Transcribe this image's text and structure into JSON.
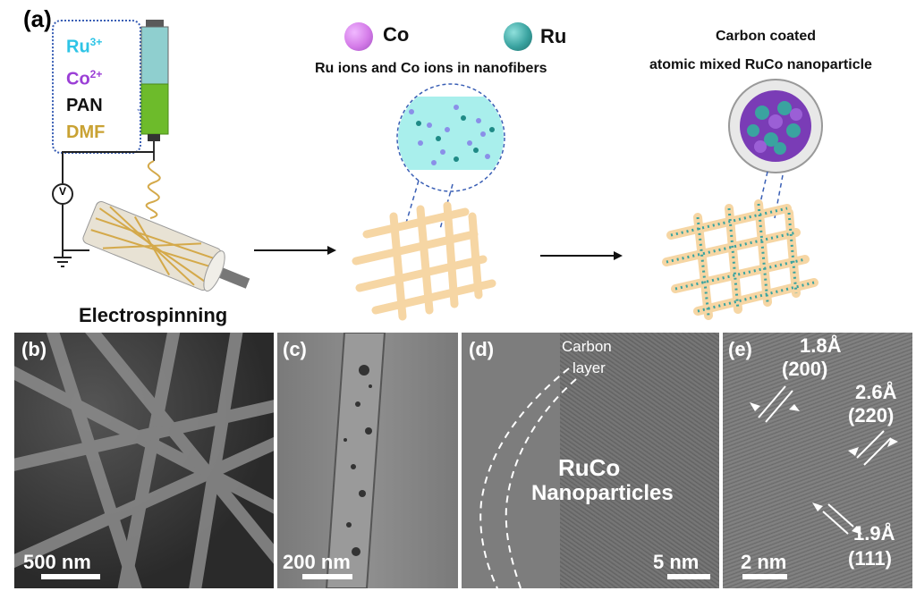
{
  "panel_a": {
    "label": "(a)",
    "solution_items": [
      {
        "base": "Ru",
        "sup": "3+",
        "color": "#2ec4e6"
      },
      {
        "base": "Co",
        "sup": "2+",
        "color": "#9b3fd6"
      },
      {
        "base": "PAN",
        "sup": "",
        "color": "#111111"
      },
      {
        "base": "DMF",
        "sup": "",
        "color": "#c9a233"
      }
    ],
    "voltage_symbol": "V",
    "electrospinning_label": "Electrospinning",
    "legend_co": "Co",
    "legend_ru": "Ru",
    "middle_caption": "Ru ions and Co ions in nanofibers",
    "right_caption_line1": "Carbon coated",
    "right_caption_line2": "atomic mixed RuCo nanoparticle",
    "colors": {
      "co": "#d47be8",
      "ru": "#3aa3a0",
      "fiber": "#f6d6a4",
      "syringe_green": "#6dbb2b"
    }
  },
  "panel_b": {
    "label": "(b)",
    "scale": "500 nm"
  },
  "panel_c": {
    "label": "(c)",
    "scale": "200 nm"
  },
  "panel_d": {
    "label": "(d)",
    "scale": "5 nm",
    "annotation_line1": "Carbon",
    "annotation_line2": "layer",
    "center_line1": "RuCo",
    "center_line2": "Nanoparticles"
  },
  "panel_e": {
    "label": "(e)",
    "scale": "2 nm",
    "d1_value": "1.8Å",
    "d1_plane": "(200)",
    "d2_value": "2.6Å",
    "d2_plane": "(220)",
    "d3_value": "1.9Å",
    "d3_plane": "(111)"
  }
}
